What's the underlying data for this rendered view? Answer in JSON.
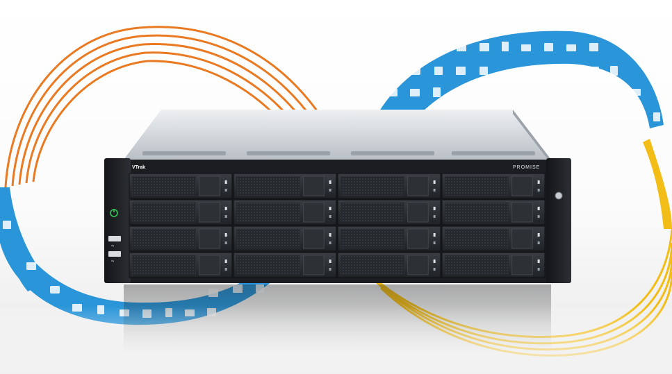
{
  "product": {
    "brand_logo": "VTrak",
    "vendor_logo": "PROMISE"
  },
  "enclosure": {
    "drive_bays_rows": 4,
    "drive_bays_columns": 4,
    "usb_ports": 2
  },
  "colors": {
    "orange_ribbon": "#ea7a22",
    "blue_ribbon": "#2a95d8",
    "yellow_ribbon": "#f3bd17",
    "chassis_front": "#1b1d20",
    "chassis_top": "#c7ccd2",
    "power_led": "#34c759"
  },
  "ribbon_icons": [
    "mail-icon",
    "file-icon",
    "folder-icon",
    "save-icon",
    "film-icon",
    "camera-icon",
    "box-icon",
    "chat-icon"
  ]
}
